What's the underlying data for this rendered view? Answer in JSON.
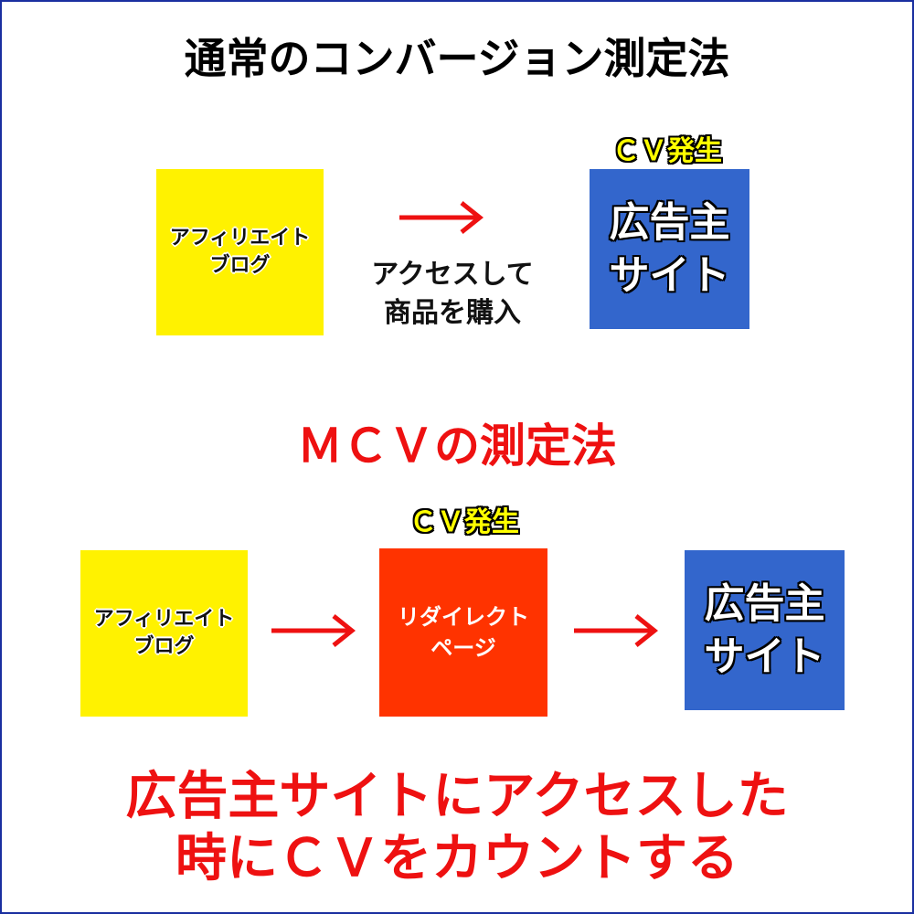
{
  "normal_section": {
    "title": "通常のコンバージョン測定法",
    "affiliate_box": {
      "line1": "アフィリエイト",
      "line2": "ブログ"
    },
    "arrow_caption": {
      "line1": "アクセスして",
      "line2": "商品を購入"
    },
    "cv_label": "ＣＶ発生",
    "advertiser_box": {
      "line1": "広告主",
      "line2": "サイト"
    }
  },
  "mcv_section": {
    "title": "ＭＣＶの測定法",
    "cv_label": "ＣＶ発生",
    "affiliate_box": {
      "line1": "アフィリエイト",
      "line2": "ブログ"
    },
    "redirect_box": {
      "line1": "リダイレクト",
      "line2": "ページ"
    },
    "advertiser_box": {
      "line1": "広告主",
      "line2": "サイト"
    }
  },
  "conclusion": {
    "line1": "広告主サイトにアクセスした",
    "line2": "時にＣＶをカウントする"
  },
  "colors": {
    "yellow": "#fff200",
    "blue": "#3366cc",
    "redirect": "#ff3300",
    "accent_red": "#ee1111"
  }
}
